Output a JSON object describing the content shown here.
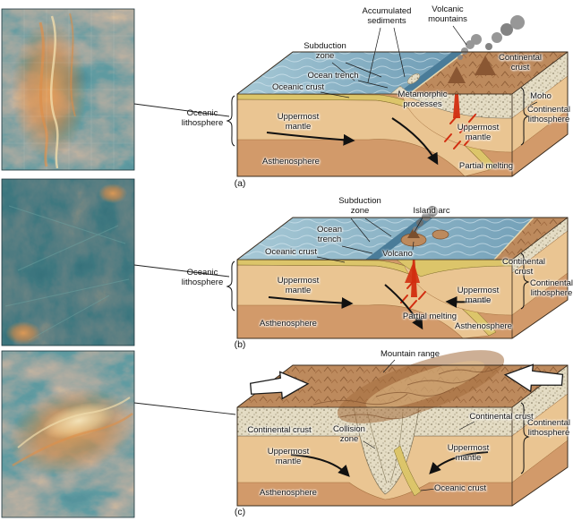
{
  "colors": {
    "ocean": "#6e9cb5",
    "ocean_light": "#a7c9d6",
    "trench": "#4a7c99",
    "land": "#bd8a5d",
    "crust_speckled": "#e4dcc4",
    "uppermost_mantle": "#eac592",
    "asthenosphere": "#d29a6a",
    "oceanic_crust": "#dcc56a",
    "magma_red": "#d22d10",
    "smoke_gray": "#858585",
    "map_teal": "#174a52",
    "map_orange": "#d98c48",
    "label_text": "#111111"
  },
  "a": {
    "caption": "(a)",
    "accumulated_sediments": "Accumulated sediments",
    "volcanic_mountains": "Volcanic mountains",
    "subduction_zone": "Subduction zone",
    "ocean_trench": "Ocean trench",
    "oceanic_crust": "Oceanic crust",
    "continental_crust": "Continental crust",
    "metamorphic_processes": "Metamorphic processes",
    "moho": "Moho",
    "oceanic_lithosphere": "Oceanic lithosphere",
    "uppermost_mantle_left": "Uppermost mantle",
    "uppermost_mantle_right": "Uppermost mantle",
    "continental_lithosphere": "Continental lithosphere",
    "asthenosphere": "Asthenosphere",
    "partial_melting": "Partial melting"
  },
  "b": {
    "caption": "(b)",
    "subduction_zone": "Subduction zone",
    "island_arc": "Island arc",
    "ocean_trench": "Ocean trench",
    "oceanic_crust": "Oceanic crust",
    "volcano": "Volcano",
    "continental_crust": "Continental crust",
    "oceanic_lithosphere": "Oceanic lithosphere",
    "uppermost_mantle_left": "Uppermost mantle",
    "uppermost_mantle_right": "Uppermost mantle",
    "continental_lithosphere": "Continental lithosphere",
    "asthenosphere_left": "Asthenosphere",
    "asthenosphere_right": "Asthenosphere",
    "partial_melting": "Partial melting"
  },
  "c": {
    "caption": "(c)",
    "mountain_range": "Mountain range",
    "continental_crust_left": "Continental crust",
    "continental_crust_right": "Continental crust",
    "collision_zone": "Collision zone",
    "continental_lithosphere": "Continental lithosphere",
    "uppermost_mantle_left": "Uppermost mantle",
    "uppermost_mantle_right": "Uppermost mantle",
    "asthenosphere": "Asthenosphere",
    "oceanic_crust": "Oceanic crust"
  }
}
